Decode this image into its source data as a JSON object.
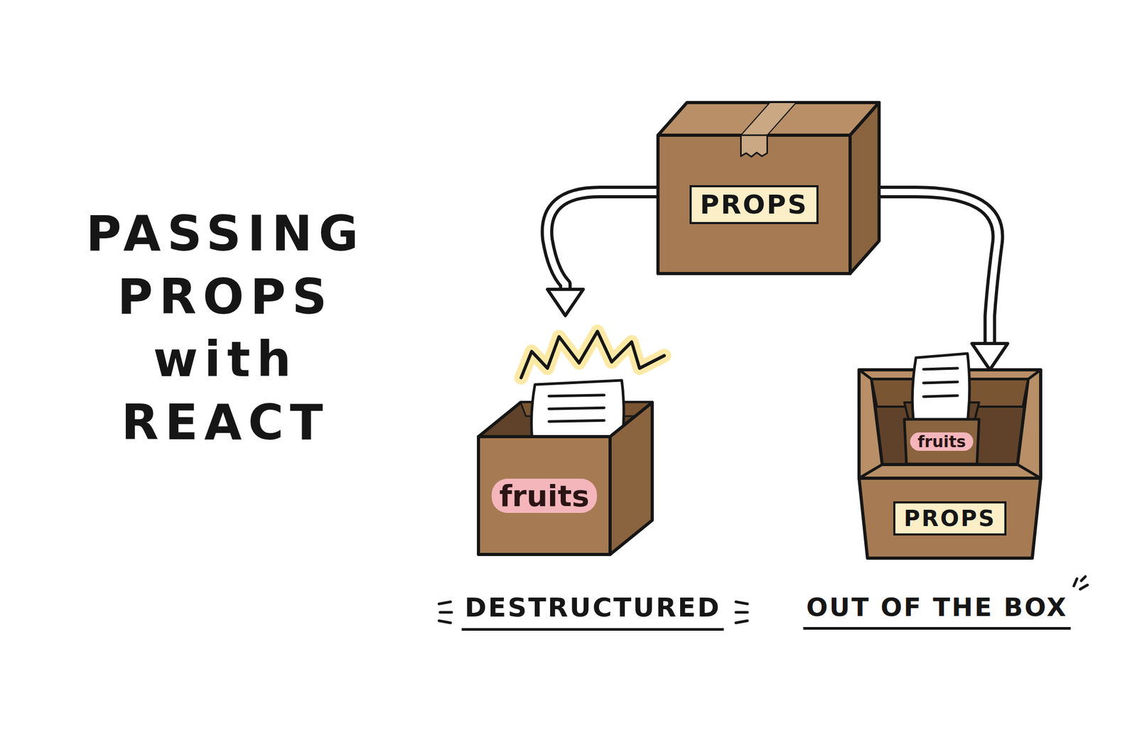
{
  "diagram": {
    "title": "PASSING PROPS with REACT",
    "nodes": [
      {
        "text": [
          "PROPS"
        ]
      },
      {
        "text": [
          "fruits"
        ]
      },
      {
        "text": [
          "PROPS"
        ]
      },
      {
        "text": [
          "fruits"
        ],
        "in": 2
      }
    ],
    "edges": [
      {
        "from": 0,
        "to": 1,
        "arrow": "to"
      },
      {
        "from": 0,
        "to": 2,
        "arrow": "to"
      }
    ],
    "labels": [
      "DESTRUCTURED",
      "OUT OF THE BOX"
    ]
  }
}
